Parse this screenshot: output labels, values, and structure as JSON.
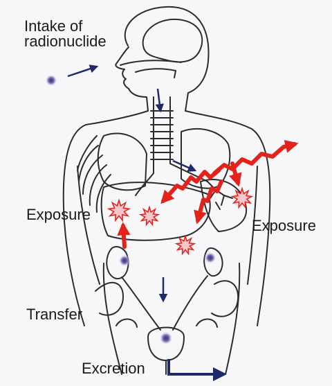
{
  "labels": {
    "intake_line1": "Intake of",
    "intake_line2": "radionuclide",
    "exposure_left": "Exposure",
    "exposure_right": "Exposure",
    "transfer": "Transfer",
    "excretion": "Excretion"
  },
  "colors": {
    "outline": "#2b2b2b",
    "pathway_arrow": "#1f2a6e",
    "radiation": "#e3231b",
    "burst_fill": "#f9c6cc",
    "particle": "#3a2d78"
  }
}
